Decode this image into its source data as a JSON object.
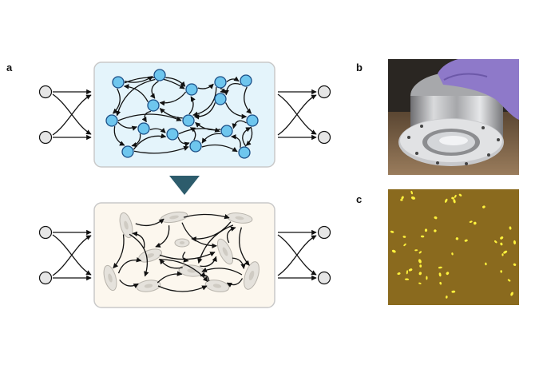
{
  "panels": {
    "a": "a",
    "b": "b",
    "c": "c"
  },
  "colors": {
    "node_fill": "#6ec6ee",
    "node_stroke": "#1a4e86",
    "top_box_fill": "#e4f4fb",
    "bottom_box_fill": "#fcf7ee",
    "box_stroke": "#c9c9c9",
    "arrow": "#111111",
    "down_triangle": "#2d5c6c",
    "cell_fill": "#e5e2dc",
    "micro_background": "#8a6a1e",
    "micro_cells": "#fff23c"
  },
  "icons": {
    "down_arrow": "down-triangle-icon",
    "io_node": "io-node-icon",
    "cell": "cell-icon"
  }
}
